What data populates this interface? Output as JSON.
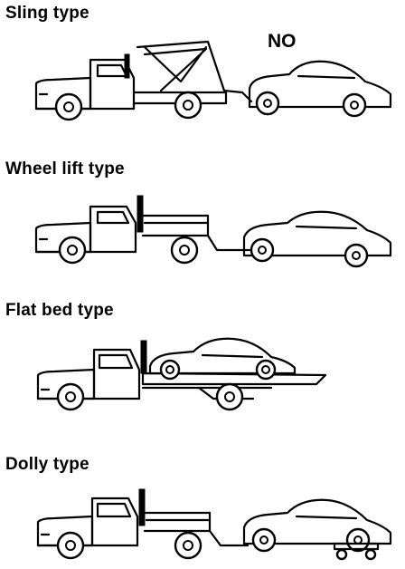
{
  "sections": [
    {
      "label": "Sling type"
    },
    {
      "label": "Wheel lift type"
    },
    {
      "label": "Flat bed type"
    },
    {
      "label": "Dolly type"
    }
  ],
  "sling_verdict": "NO",
  "colors": {
    "ink": "#000000",
    "background": "#ffffff"
  }
}
